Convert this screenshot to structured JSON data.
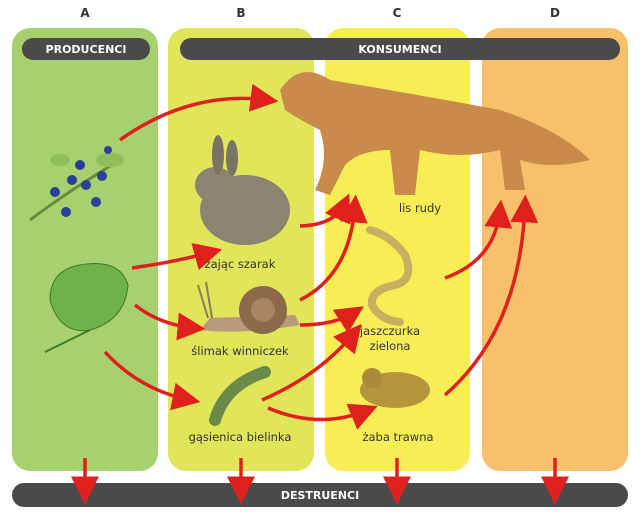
{
  "columns": [
    {
      "letter": "A",
      "color": "#a6d16e"
    },
    {
      "letter": "B",
      "color": "#e0e55a"
    },
    {
      "letter": "C",
      "color": "#f7ee55"
    },
    {
      "letter": "D",
      "color": "#f9c06c"
    }
  ],
  "bars": {
    "producers": "PRODUCENCI",
    "consumers": "KONSUMENCI",
    "decomposers": "DESTRUENCI"
  },
  "organisms": {
    "fox": "lis rudy",
    "hare": "zając szarak",
    "snail": "ślimak winniczek",
    "lizard_1": "jaszczurka",
    "lizard_2": "zielona",
    "frog": "żaba trawna",
    "caterpillar": "gąsienica bielinka"
  },
  "arrow_color": "#e0201c"
}
